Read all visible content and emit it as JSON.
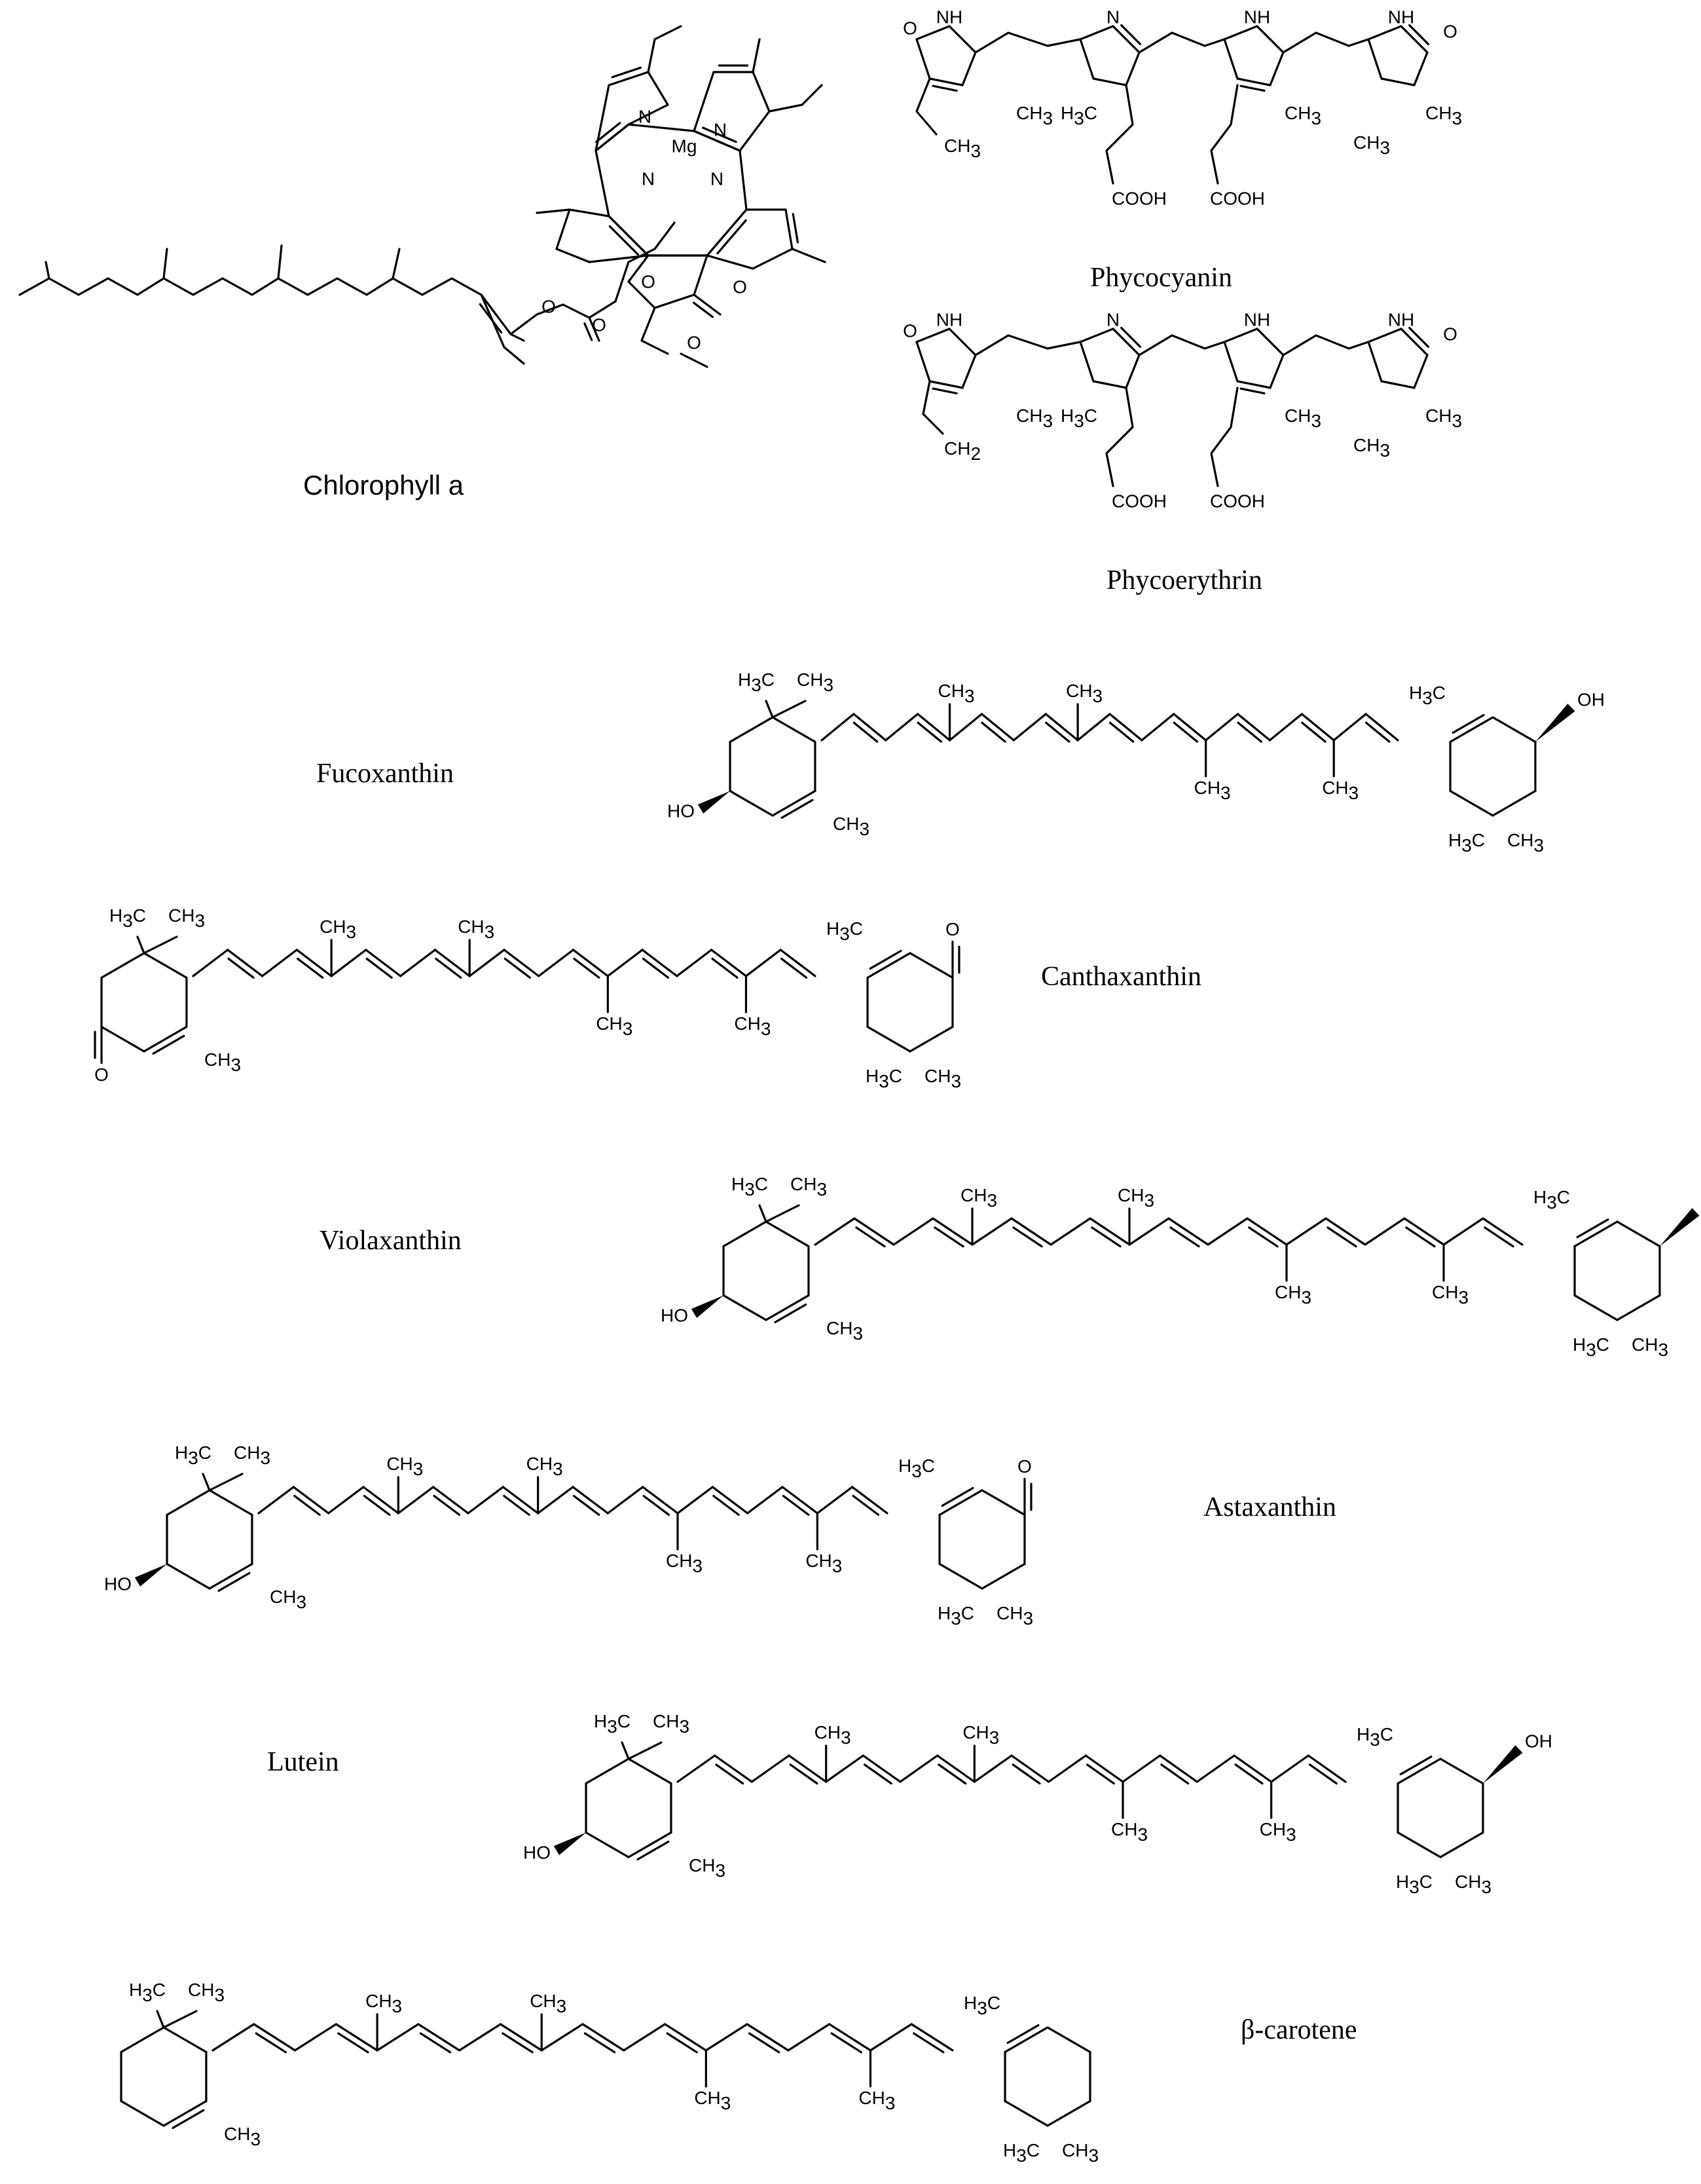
{
  "molecules": [
    {
      "key": "chl",
      "name": "Chlorophyll a"
    },
    {
      "key": "pc",
      "name": "Phycocyanin"
    },
    {
      "key": "pe",
      "name": "Phycoerythrin"
    },
    {
      "key": "fuco",
      "name": "Fucoxanthin"
    },
    {
      "key": "cantha",
      "name": "Canthaxanthin"
    },
    {
      "key": "viola",
      "name": "Violaxanthin"
    },
    {
      "key": "asta",
      "name": "Astaxanthin"
    },
    {
      "key": "lutein",
      "name": "Lutein"
    },
    {
      "key": "bcar",
      "name": "β-carotene"
    }
  ],
  "atom_labels": {
    "mg": "Mg",
    "n": "N",
    "nh": "NH",
    "o": "O",
    "oh": "OH",
    "ho": "HO",
    "ch3": "CH3",
    "h3c": "H3C",
    "cooh": "COOH",
    "ch2": "CH2"
  }
}
